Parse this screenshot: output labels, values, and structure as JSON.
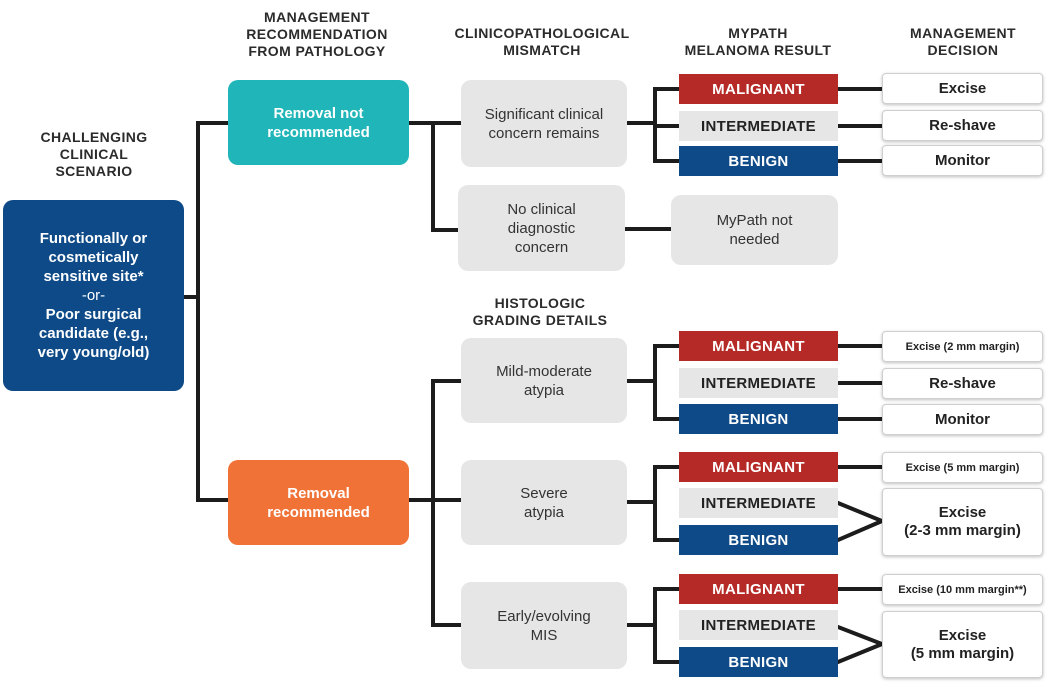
{
  "headers": {
    "scenario": [
      "CHALLENGING",
      "CLINICAL",
      "SCENARIO"
    ],
    "management_rec": [
      "MANAGEMENT",
      "RECOMMENDATION",
      "FROM PATHOLOGY"
    ],
    "mismatch": [
      "CLINICOPATHOLOGICAL",
      "MISMATCH"
    ],
    "mypath": [
      "MYPATH",
      "MELANOMA RESULT"
    ],
    "decision": [
      "MANAGEMENT",
      "DECISION"
    ],
    "histologic": [
      "HISTOLOGIC",
      "GRADING DETAILS"
    ]
  },
  "scenario": {
    "line1": "Functionally or",
    "line2": "cosmetically",
    "line3": "sensitive site*",
    "or": "-or-",
    "line4": "Poor surgical",
    "line5": "candidate (e.g.,",
    "line6": "very young/old)"
  },
  "recommendations": {
    "not_recommended": [
      "Removal not",
      "recommended"
    ],
    "recommended": [
      "Removal",
      "recommended"
    ]
  },
  "conditions": {
    "significant": [
      "Significant clinical",
      "concern remains"
    ],
    "no_concern": [
      "No clinical",
      "diagnostic",
      "concern"
    ],
    "mypath_not_needed": [
      "MyPath not",
      "needed"
    ],
    "mild": [
      "Mild-moderate",
      "atypia"
    ],
    "severe": [
      "Severe",
      "atypia"
    ],
    "mis": [
      "Early/evolving",
      "MIS"
    ]
  },
  "results": {
    "malignant": "MALIGNANT",
    "intermediate": "INTERMEDIATE",
    "benign": "BENIGN"
  },
  "decisions": {
    "excise": "Excise",
    "reshave": "Re-shave",
    "monitor": "Monitor",
    "excise_2mm": "Excise (2 mm margin)",
    "excise_5mm": "Excise (5 mm margin)",
    "excise_2_3mm": [
      "Excise",
      "(2-3 mm margin)"
    ],
    "excise_10mm": "Excise (10 mm margin**)",
    "excise_5mm_2": [
      "Excise",
      "(5 mm margin)"
    ]
  },
  "colors": {
    "navy": "#0d4a87",
    "teal": "#20b6b9",
    "orange": "#f07237",
    "red": "#b52a26",
    "gray": "#e6e6e6",
    "line": "#1c1c1c"
  }
}
